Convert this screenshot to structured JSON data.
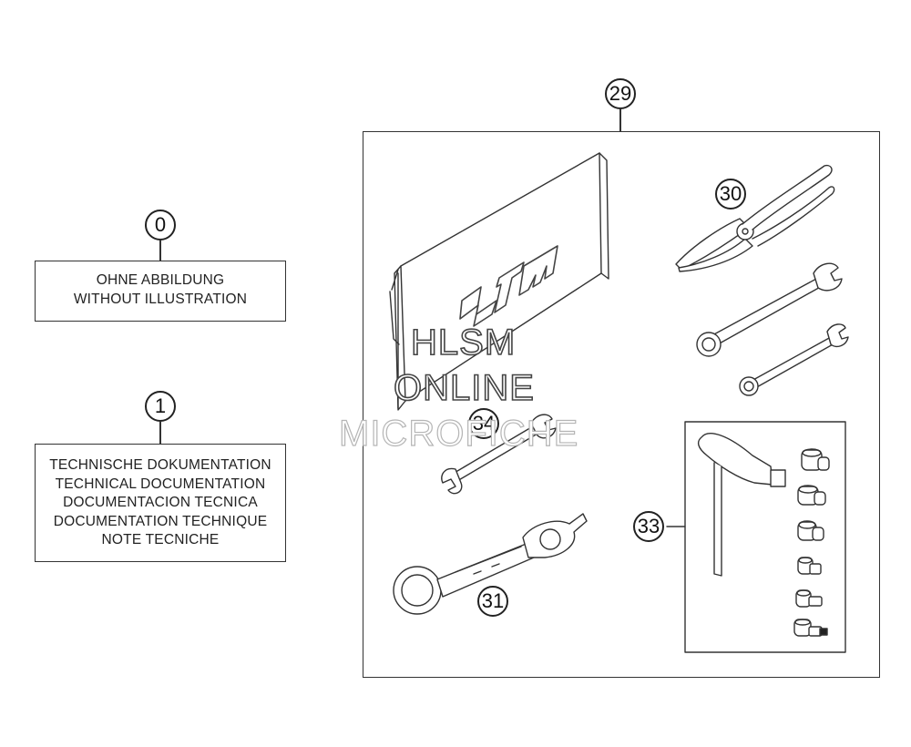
{
  "callouts": {
    "c0": "0",
    "c1": "1",
    "c29": "29",
    "c30": "30",
    "c31": "31",
    "c33": "33",
    "c34": "34"
  },
  "notes": {
    "without_illustration": [
      "OHNE ABBILDUNG",
      "WITHOUT ILLUSTRATION"
    ],
    "technical_documentation": [
      "TECHNISCHE DOKUMENTATION",
      "TECHNICAL DOCUMENTATION",
      "DOCUMENTACION TECNICA",
      "DOCUMENTATION TECHNIQUE",
      "NOTE TECNICHE"
    ]
  },
  "manual_logo": "KTM",
  "watermark": {
    "line1": "HLSM",
    "line2": "ONLINE",
    "line3": "MICROFICHE"
  }
}
